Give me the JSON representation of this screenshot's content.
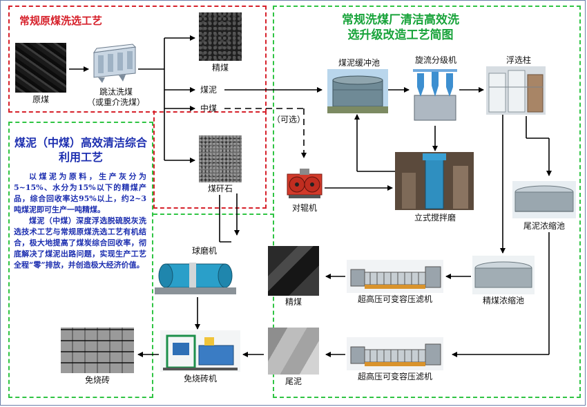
{
  "regions": {
    "conventional_title": "常规原煤洗选工艺",
    "upgrade_title": "常规洗煤厂清洁高效洗选升级改造工艺简图",
    "utilization_title": "煤泥（中煤）高效清洁综合利用工艺"
  },
  "description": {
    "para1": "以煤泥为原料，生产灰分为5~15%、水分为15%以下的精煤产品，综合回收率达95%以上，约2~3吨煤泥即可生产一吨精煤。",
    "para2": "煤泥（中煤）深度浮选脱硫脱灰洗选技术工艺与常规原煤洗选工艺有机结合，极大地提高了煤炭综合回收率，彻底解决了煤泥出路问题，实现生产工艺全程“零”排放，并创造极大经济价值。"
  },
  "nodes": {
    "raw_coal": "原煤",
    "jig_line1": "跳汰洗煤",
    "jig_line2": "（或重介洗煤）",
    "clean_coal_top": "精煤",
    "slime": "煤泥",
    "middlings": "中煤",
    "optional": "（可选）",
    "gangue": "煤矸石",
    "roll_crusher": "对辊机",
    "buffer_tank": "煤泥缓冲池",
    "hydrocyclone": "旋流分级机",
    "flotation_column": "浮选柱",
    "stirred_mill": "立式搅拌磨",
    "tailings_thickener": "尾泥浓缩池",
    "clean_thickener": "精煤浓缩池",
    "filter_press_top": "超高压可变容压滤机",
    "filter_press_bottom": "超高压可变容压滤机",
    "clean_coal_product": "精煤",
    "tailings": "尾泥",
    "ball_mill": "球磨机",
    "brick_machine": "免烧砖机",
    "bricks": "免烧砖"
  },
  "colors": {
    "red_border": "#d6202a",
    "green_border": "#2fc443",
    "green_title": "#18a33a",
    "blue_text": "#1d2fb0"
  }
}
